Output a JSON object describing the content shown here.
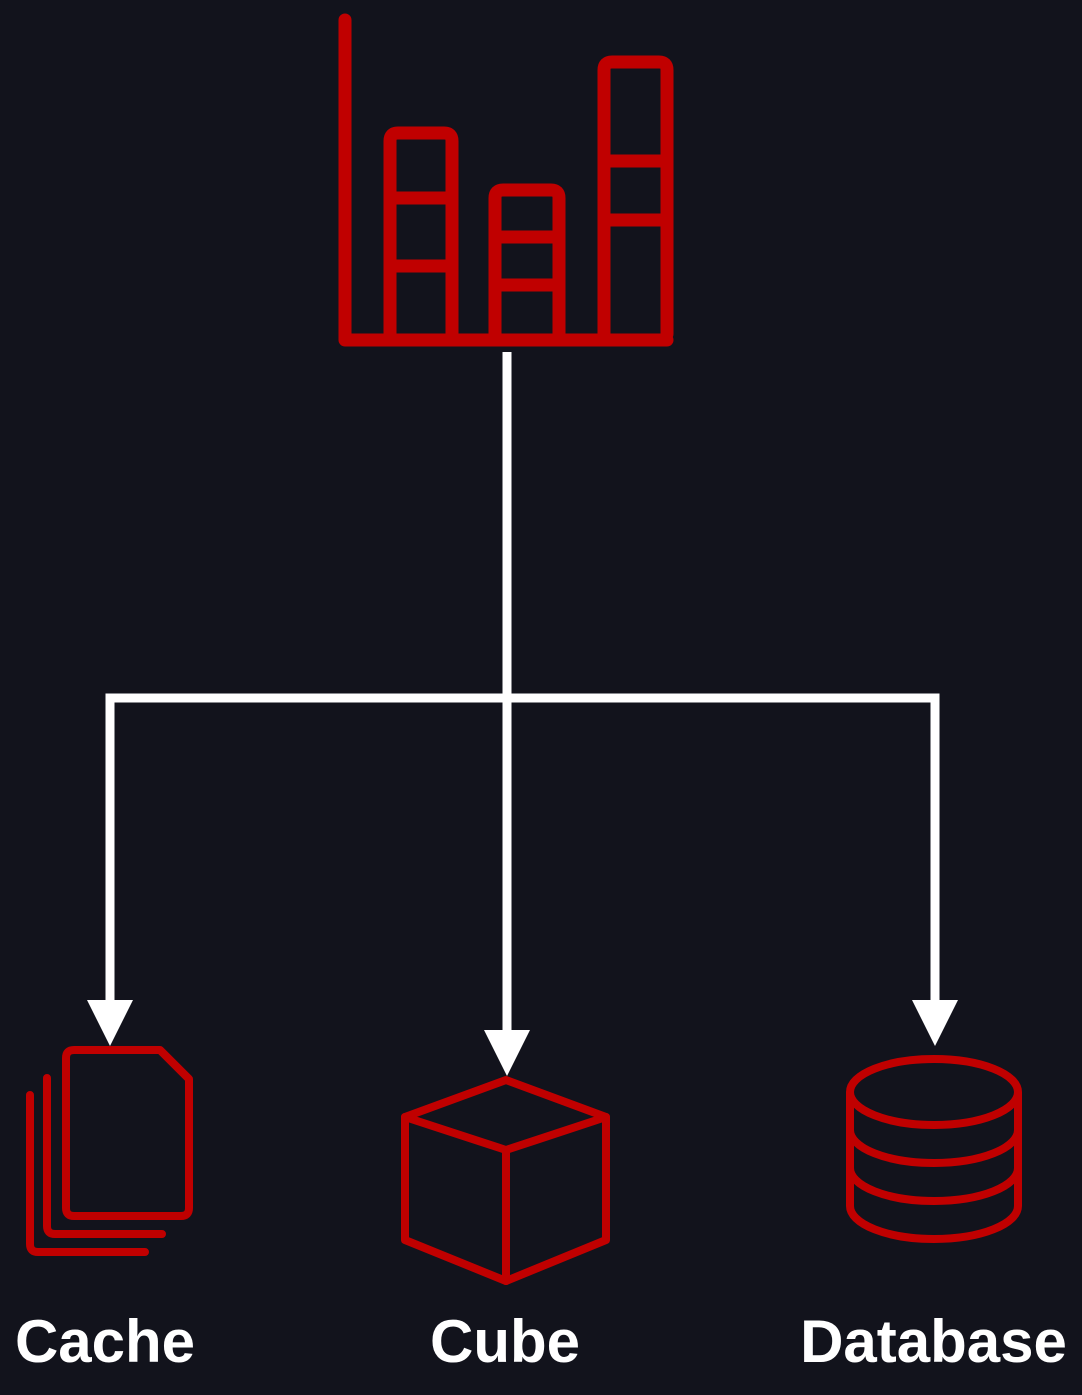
{
  "nodes": {
    "root": {
      "icon": "bar-chart-icon"
    },
    "children": [
      {
        "label": "Cache",
        "icon": "files-stack-icon"
      },
      {
        "label": "Cube",
        "icon": "cube-icon"
      },
      {
        "label": "Database",
        "icon": "database-icon"
      }
    ]
  },
  "colors": {
    "background": "#12131c",
    "icon": "#c00000",
    "connector": "#ffffff",
    "label": "#ffffff"
  }
}
